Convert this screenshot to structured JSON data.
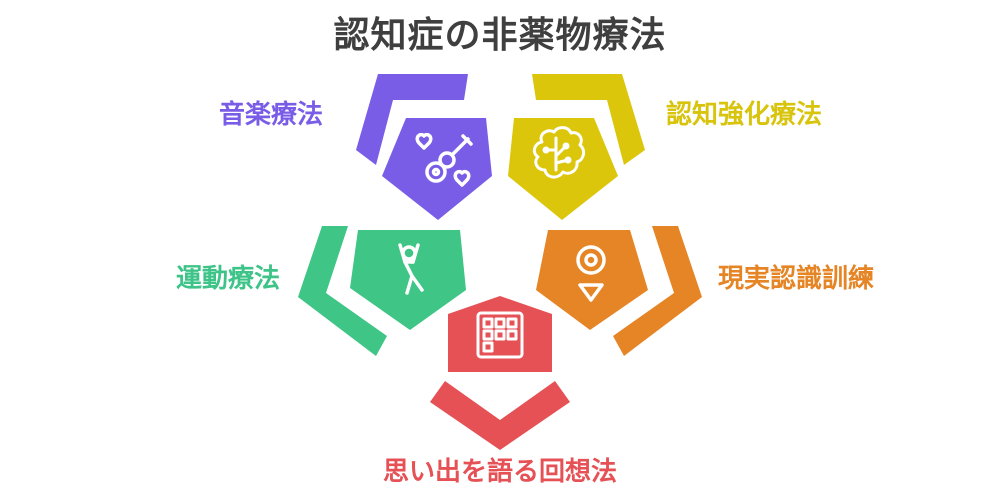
{
  "title": "認知症の非薬物療法",
  "colors": {
    "music": "#7a5de6",
    "cognitive": "#dcc60b",
    "exercise": "#3fc585",
    "reality": "#e58526",
    "reminiscence": "#e55155",
    "title": "#3f3f3f"
  },
  "segments": {
    "music": {
      "label": "音楽療法",
      "icon": "guitar-hearts-icon"
    },
    "cognitive": {
      "label": "認知強化療法",
      "icon": "brain-circuit-icon"
    },
    "exercise": {
      "label": "運動療法",
      "icon": "exercise-person-icon"
    },
    "reality": {
      "label": "現実認識訓練",
      "icon": "location-pin-icon"
    },
    "reminiscence": {
      "label": "思い出を語る回想法",
      "icon": "calendar-grid-icon"
    }
  }
}
